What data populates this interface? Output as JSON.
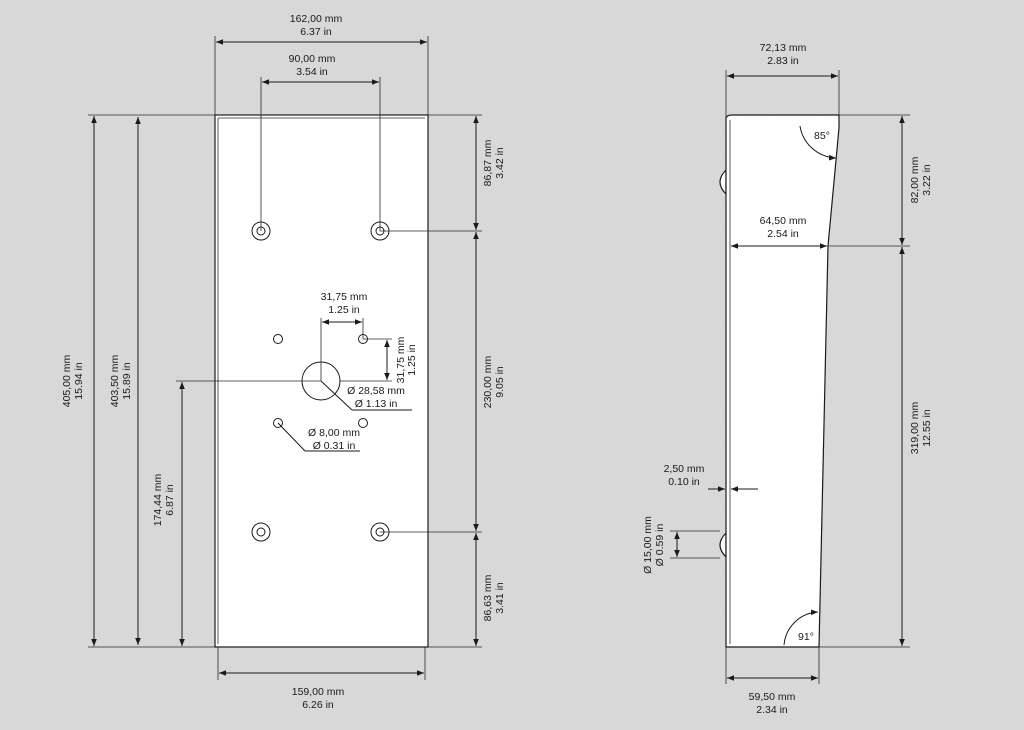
{
  "front_view": {
    "width_top": [
      "162,00 mm",
      "6.37 in"
    ],
    "hole_spacing": [
      "90,00 mm",
      "3.54 in"
    ],
    "small_h": [
      "31,75 mm",
      "1.25 in"
    ],
    "small_v": [
      "31,75 mm",
      "1.25 in"
    ],
    "center_hole": [
      "Ø 28,58 mm",
      "Ø 1.13 in"
    ],
    "small_hole": [
      "Ø 8,00 mm",
      "Ø 0.31 in"
    ],
    "height_outer": [
      "405,00 mm",
      "15.94 in"
    ],
    "height_inner": [
      "403,50 mm",
      "15.89 in"
    ],
    "center_height": [
      "174,44 mm",
      "6.87 in"
    ],
    "top_offset": [
      "86,87 mm",
      "3.42 in"
    ],
    "mid_spacing": [
      "230,00 mm",
      "9.05 in"
    ],
    "bottom_offset": [
      "86,63 mm",
      "3.41 in"
    ],
    "width_bottom": [
      "159,00 mm",
      "6.26 in"
    ]
  },
  "side_view": {
    "depth_top": [
      "72,13 mm",
      "2.83 in"
    ],
    "angle_top": "85°",
    "depth_mid": [
      "64,50 mm",
      "2.54 in"
    ],
    "top_height": [
      "82,00 mm",
      "3.22 in"
    ],
    "lower_height": [
      "319,00 mm",
      "12.55 in"
    ],
    "thickness": [
      "2,50 mm",
      "0.10 in"
    ],
    "bump_diameter": [
      "Ø 15,00 mm",
      "Ø 0.59 in"
    ],
    "angle_bottom": "91°",
    "depth_bottom": [
      "59,50 mm",
      "2.34 in"
    ]
  }
}
